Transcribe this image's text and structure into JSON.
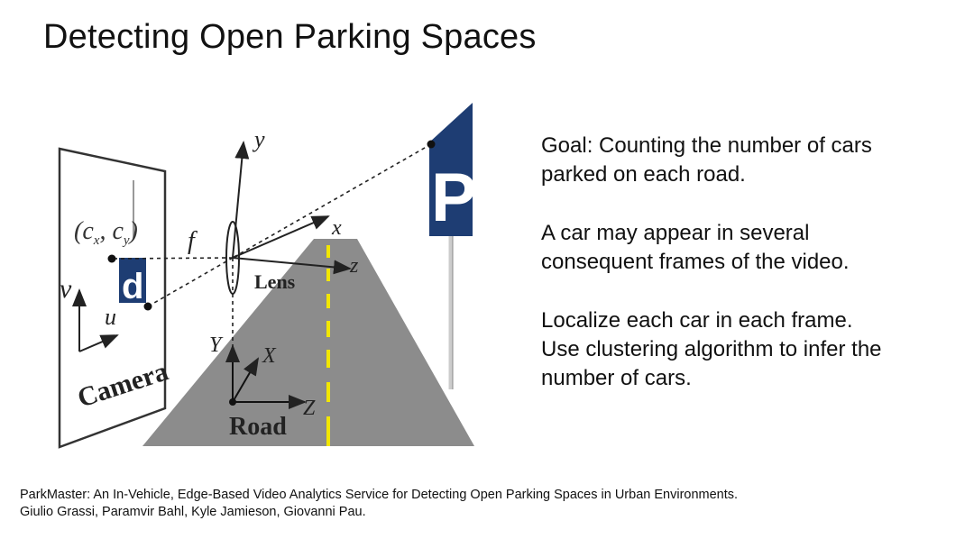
{
  "slide": {
    "title": "Detecting Open Parking Spaces"
  },
  "diagram": {
    "labels": {
      "y": "y",
      "x": "x",
      "z": "z",
      "f": "f",
      "lens": "Lens",
      "camera": "Camera",
      "road": "Road",
      "v": "v",
      "u": "u",
      "principal_point": "(c",
      "principal_point_sub_x": "x",
      "principal_point_mid": ", c",
      "principal_point_sub_y": "y",
      "principal_point_close": ")",
      "world_Y": "Y",
      "world_X": "X",
      "world_Z": "Z",
      "image_letter": "d",
      "sign_letter": "P"
    },
    "colors": {
      "road": "#8c8c8c",
      "lane_mark": "#f2e600",
      "sign_blue": "#1e3d73"
    }
  },
  "bullets": [
    {
      "line1": "Goal: Counting the number of cars",
      "line2": "parked on each road."
    },
    {
      "line1": "A car may appear in several",
      "line2": "consequent frames of the video."
    },
    {
      "line1": "Localize each car in each frame.",
      "line2": ""
    },
    {
      "line1": "Use clustering algorithm to infer the",
      "line2": "number of cars."
    }
  ],
  "citation": {
    "line1": "ParkMaster: An In-Vehicle, Edge-Based Video Analytics Service for Detecting Open Parking Spaces in Urban Environments.",
    "line2": "Giulio Grassi, Paramvir Bahl, Kyle Jamieson, Giovanni Pau."
  }
}
